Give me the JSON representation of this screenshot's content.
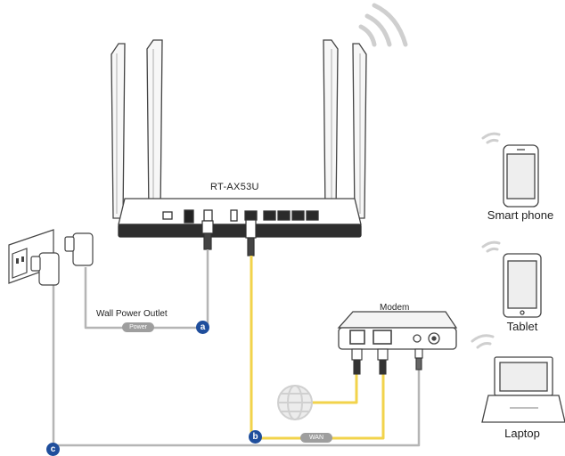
{
  "router": {
    "model": "RT-AX53U"
  },
  "devices": {
    "smart_phone": "Smart phone",
    "tablet": "Tablet",
    "laptop": "Laptop"
  },
  "modem": {
    "label": "Modem"
  },
  "power": {
    "outlet_label": "Wall Power Outlet",
    "cable_label": "Power"
  },
  "wan": {
    "cable_label": "WAN"
  },
  "steps": {
    "a": "a",
    "b": "b",
    "c": "c"
  },
  "colors": {
    "ethernet_cable": "#f2d34b",
    "power_cable": "#b5b5b5",
    "step_badge": "#1f4e9c",
    "outline": "#444444"
  }
}
